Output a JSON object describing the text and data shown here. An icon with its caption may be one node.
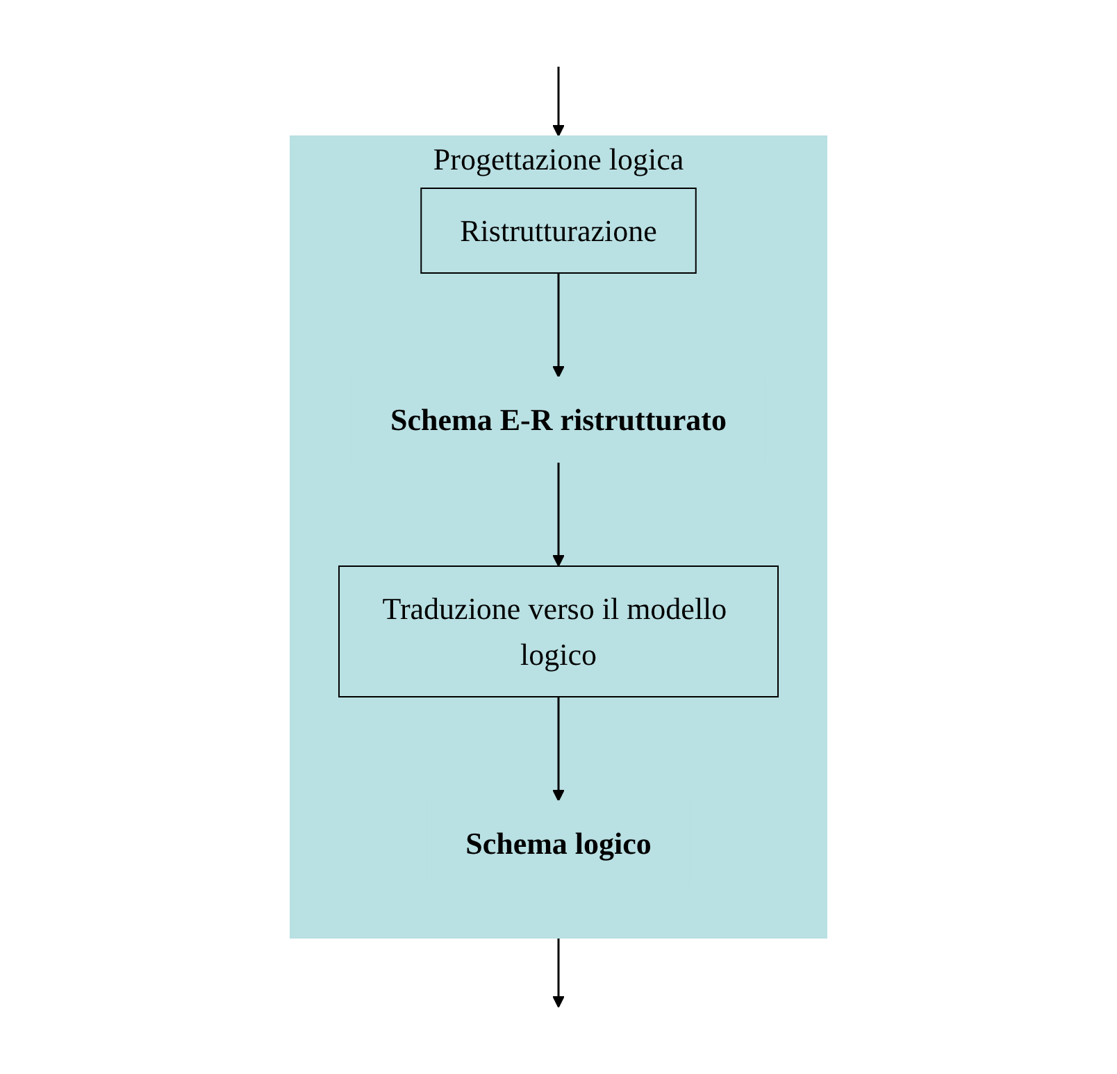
{
  "diagram": {
    "nodes": [
      {
        "text": [
          "Progettazione logica"
        ]
      },
      {
        "text": [
          "Ristrutturazione"
        ],
        "in": 0
      },
      {
        "text": [
          "Schema E-R ristrutturato"
        ],
        "in": 0
      },
      {
        "text": [
          "Traduzione verso il modello logico"
        ],
        "in": 0
      },
      {
        "text": [
          "Schema logico"
        ],
        "in": 0
      }
    ],
    "edges": [
      {
        "from": null,
        "to": 0,
        "arrow": "to"
      },
      {
        "from": 1,
        "to": 2,
        "arrow": "to"
      },
      {
        "from": 2,
        "to": 3,
        "arrow": "to"
      },
      {
        "from": 3,
        "to": 4,
        "arrow": "to"
      },
      {
        "from": 0,
        "to": null,
        "arrow": "to"
      }
    ]
  }
}
